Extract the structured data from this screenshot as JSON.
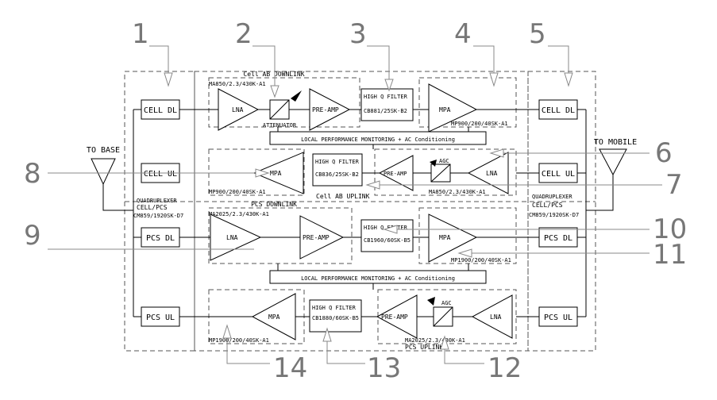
{
  "colors": {
    "line": "#000000",
    "callout": "#888888",
    "dashed": "#555555",
    "background": "#ffffff"
  },
  "callouts": [
    "1",
    "2",
    "3",
    "4",
    "5",
    "6",
    "7",
    "8",
    "9",
    "10",
    "11",
    "12",
    "13",
    "14"
  ],
  "ports": {
    "to_base": "TO BASE",
    "to_mobile": "TO MOBILE",
    "cell_dl": "CELL DL",
    "cell_ul": "CELL UL",
    "pcs_dl": "PCS DL",
    "pcs_ul": "PCS UL"
  },
  "quadruplexer_left": {
    "line1": "QUADRUPLEXER",
    "line2": "CELL/PCS",
    "part": "CM859/1920SK-D7"
  },
  "quadruplexer_right": {
    "line1": "QUADRUPLEXER",
    "line2": "CELL/PCS",
    "part": "CM859/1920SK-D7"
  },
  "cell_downlink": {
    "title": "Cell AB DOWNLINK",
    "module_part": "MA850/2.3/430K-A1",
    "lna": "LNA",
    "preamp": "PRE-AMP",
    "attenuator": "ATTENUATOR",
    "filter_title": "HIGH Q FILTER",
    "filter_part": "CB881/25SK-B2",
    "mpa": "MPA",
    "mpa_part": "MP900/200/40SK-A1"
  },
  "cell_uplink": {
    "title": "Cell AB UPLINK",
    "mpa": "MPA",
    "mpa_part": "MP900/200/40SK-A1",
    "filter_title": "HIGH Q FILTER",
    "filter_part": "CB836/25SK-B2",
    "preamp": "PRE-AMP",
    "agc": "AGC",
    "lna": "LNA",
    "module_part": "MA850/2.3/430K-A1"
  },
  "monitoring": "LOCAL PERFORMANCE MONITORING + AC Conditioning",
  "pcs_downlink": {
    "title": "PCS DOWNLINK",
    "module_part": "MA2025/2.3/430K-A1",
    "lna": "LNA",
    "preamp": "PRE-AMP",
    "filter_title": "HIGH Q FILTER",
    "filter_part": "CB1960/60SK-B5",
    "mpa": "MPA",
    "mpa_part": "MP1900/200/40SK-A1"
  },
  "pcs_uplink": {
    "title": "PCS UPLINK",
    "mpa": "MPA",
    "mpa_part": "MP1900/200/40SK-A1",
    "filter_title": "HIGH Q FILTER",
    "filter_part": "CB1880/60SK-B5",
    "preamp": "PRE-AMP",
    "agc": "AGC",
    "lna": "LNA",
    "module_part": "MA2025/2.3/430K-A1"
  }
}
